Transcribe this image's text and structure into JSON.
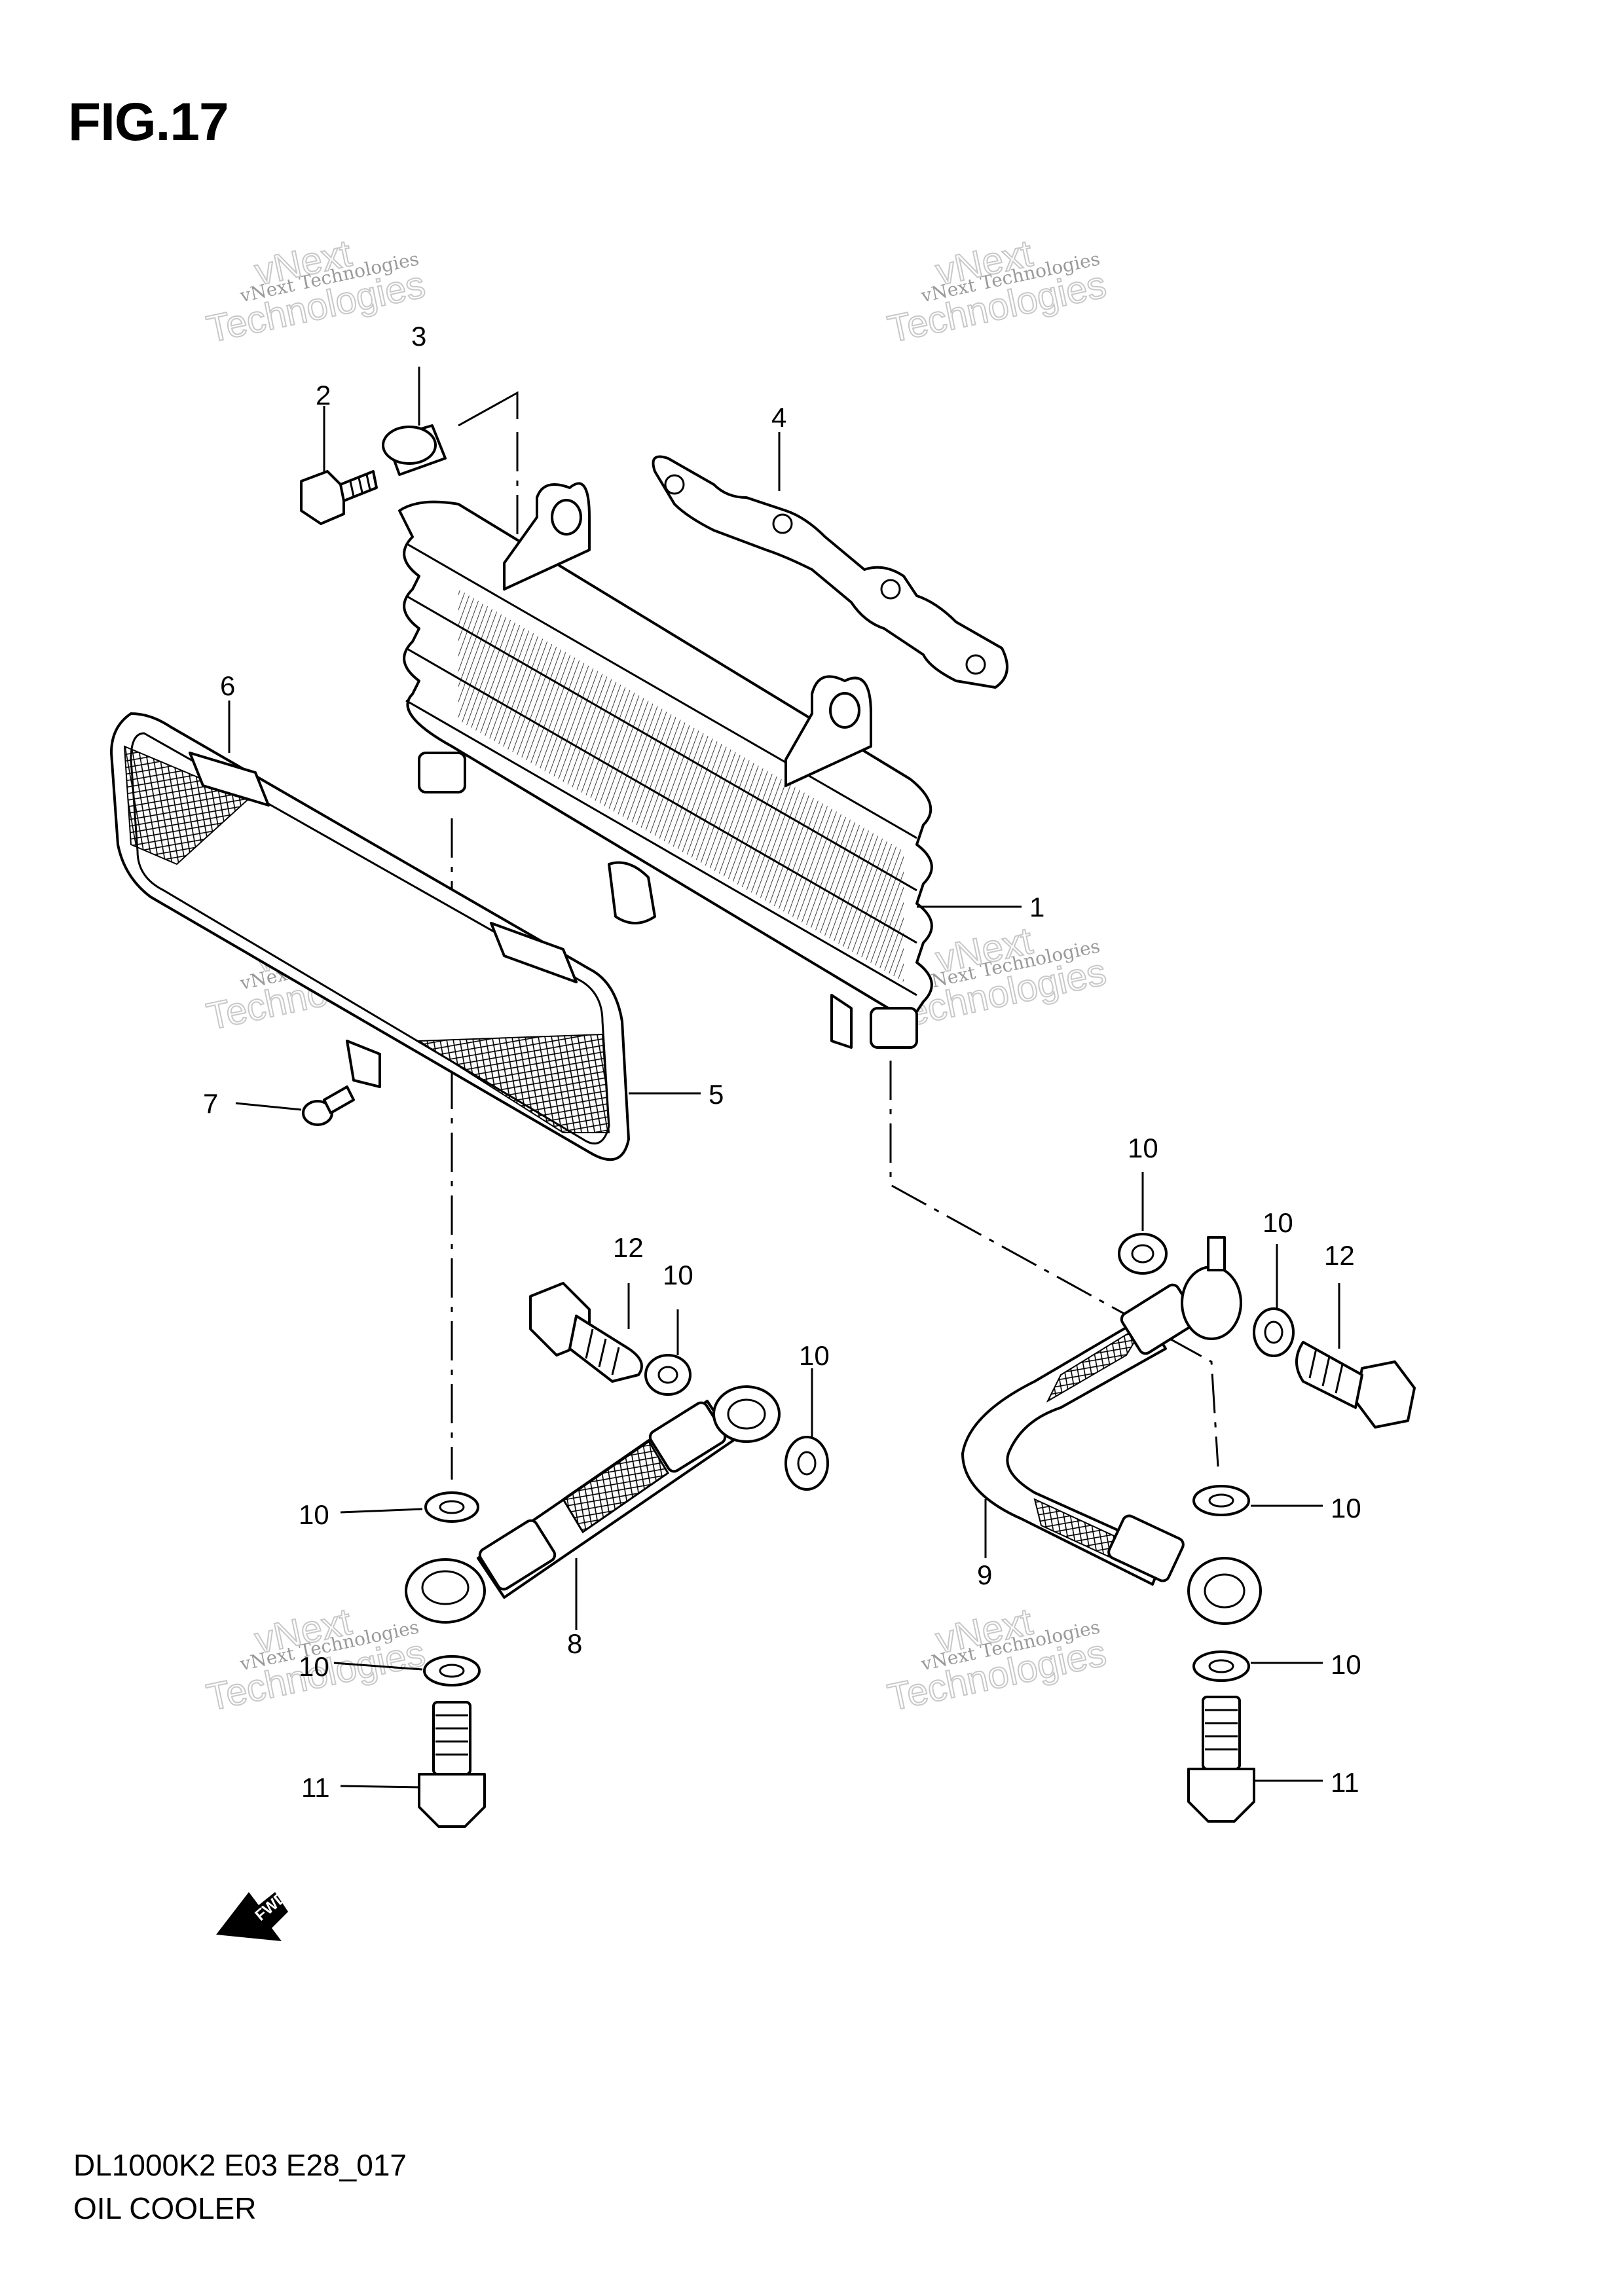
{
  "figure": {
    "title": "FIG.17",
    "model_code": "DL1000K2 E03 E28_017",
    "part_group": "OIL COOLER"
  },
  "watermark": {
    "line1": "vNext Technologies",
    "line2": "vNext",
    "line3": "Technologies"
  },
  "fwd_label": "FWD",
  "callouts": [
    "1",
    "2",
    "3",
    "4",
    "5",
    "6",
    "7",
    "8",
    "9",
    "10",
    "10",
    "10",
    "10",
    "10",
    "10",
    "10",
    "10",
    "11",
    "11",
    "12",
    "12"
  ]
}
